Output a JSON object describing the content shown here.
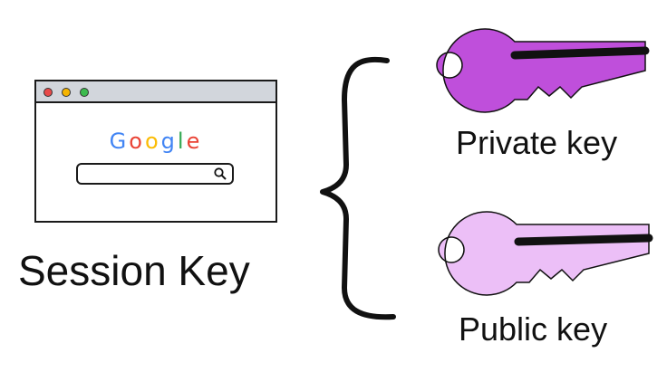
{
  "browser": {
    "logo_letters": [
      {
        "char": "G",
        "color": "#4285F4"
      },
      {
        "char": "o",
        "color": "#EA4335"
      },
      {
        "char": "o",
        "color": "#FBBC05"
      },
      {
        "char": "g",
        "color": "#4285F4"
      },
      {
        "char": "l",
        "color": "#34A853"
      },
      {
        "char": "e",
        "color": "#EA4335"
      }
    ],
    "window_dots": [
      "#e84a4a",
      "#f5b400",
      "#3dbb4f"
    ]
  },
  "labels": {
    "session_key": "Session Key",
    "private_key": "Private key",
    "public_key": "Public key"
  },
  "colors": {
    "private_key": "#bf4fdb",
    "public_key": "#ecbff7",
    "outline": "#111111"
  }
}
